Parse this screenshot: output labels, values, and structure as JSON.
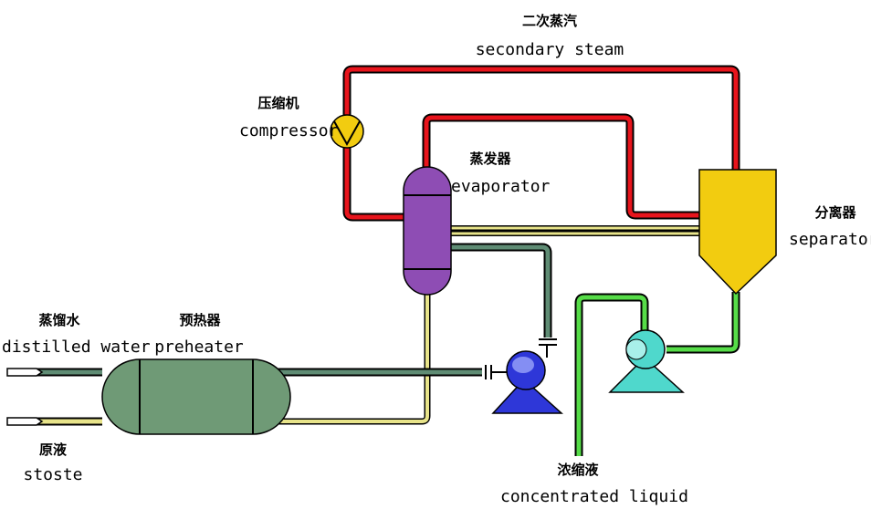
{
  "labels": {
    "secondary_steam_zh": "二次蒸汽",
    "secondary_steam_en": "secondary steam",
    "compressor_zh": "压缩机",
    "compressor_en": "compressor",
    "evaporator_zh": "蒸发器",
    "evaporator_en": "evaporator",
    "separator_zh": "分离器",
    "separator_en": "separator",
    "distilled_water_zh": "蒸馏水",
    "distilled_water_en": "distilled water",
    "preheater_zh": "预热器",
    "preheater_en": "preheater",
    "stoste_zh": "原液",
    "stoste_en": "stoste",
    "concentrated_zh": "浓缩液",
    "concentrated_en": "concentrated liquid"
  },
  "colors": {
    "steam": "#e8141c",
    "evaporator": "#8e4db4",
    "separator": "#f2cc10",
    "preheater": "#6f9a76",
    "feed_line": "#e8e48a",
    "condensate_line": "#5f8c74",
    "concentrate_line": "#56dc48",
    "pump1": "#2e37d8",
    "pump2": "#4fd8cc",
    "compressor": "#f2cc10"
  }
}
